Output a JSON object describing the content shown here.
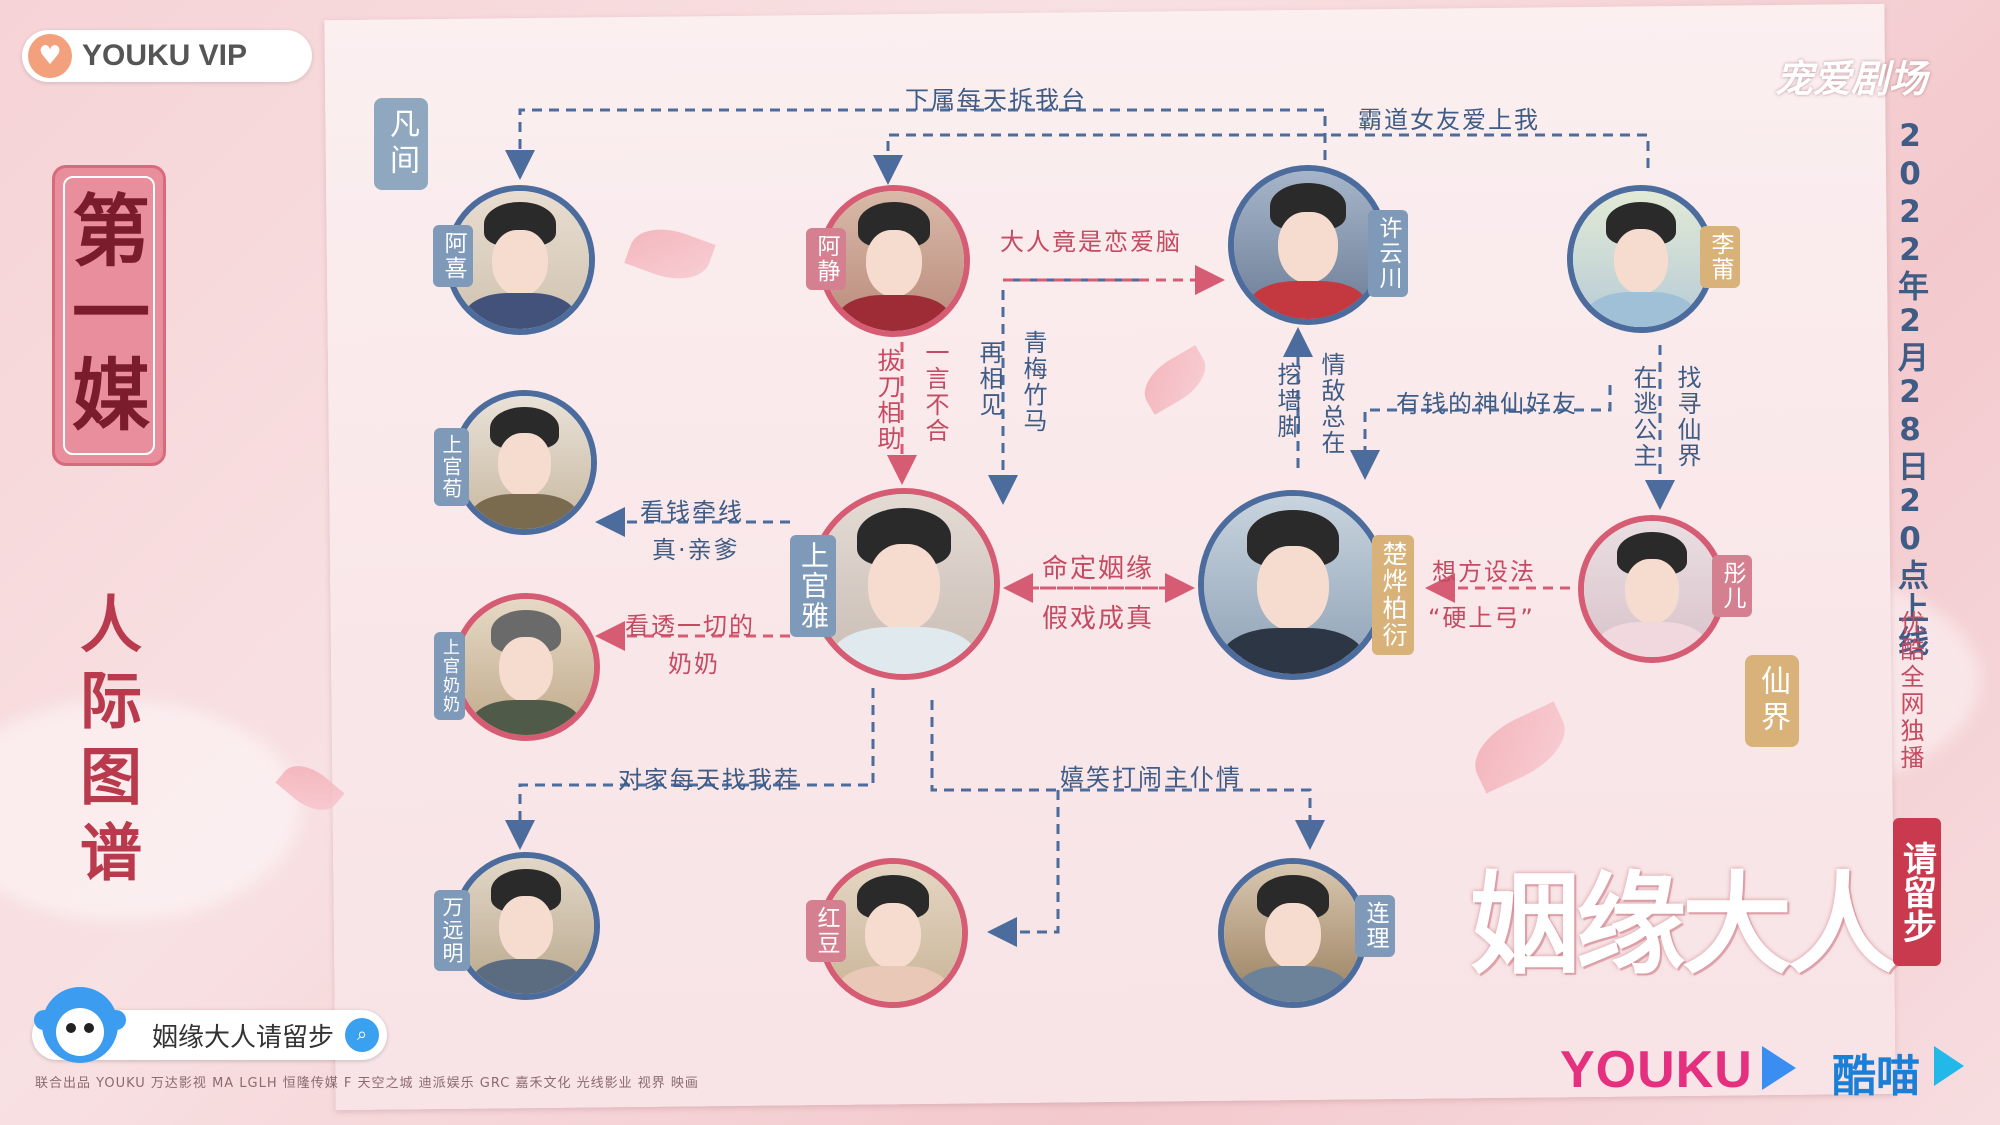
{
  "brand": {
    "vip_badge": "YOUKU VIP",
    "channel": "宠爱剧场",
    "platform": "YOUKU",
    "partner_platform": "酷喵"
  },
  "title": {
    "card": "第一媒",
    "subtitle": "人际图谱"
  },
  "release": {
    "date": "2022年2月28日20点上线",
    "exclusive": "优酷全网独播"
  },
  "show": {
    "title": "姻缘大人",
    "seal": "请留步"
  },
  "search": {
    "query": "姻缘大人请留步"
  },
  "sponsors": "联合出品 YOUKU 万达影视 MA LGLH 恒隆传媒 F 天空之城 迪派娱乐 GRC 嘉禾文化 光线影业 视界 映画",
  "realms": {
    "mortal": "凡间",
    "immortal": "仙界"
  },
  "characters": {
    "axi": "阿喜",
    "ajing": "阿静",
    "xuyunchuan": "许云川",
    "lipu": "李莆",
    "shangguan_father": "上官荀",
    "shangguan_ya": "上官雅",
    "chu_zhuo": "楚烨柏衍",
    "tong_er": "彤儿",
    "shangguan_grandma": "上官奶奶",
    "wan_yuanming": "万远明",
    "hongdou": "红豆",
    "lianli": "连理"
  },
  "relations": {
    "top_left": "下属每天拆我台",
    "top_right": "霸道女友爱上我",
    "ajing_xu": "大人竟是恋爱脑",
    "ajing_ya_1": "一言不合",
    "ajing_ya_2": "拔刀相助",
    "xu_ya_1": "青梅竹马",
    "xu_ya_2": "再相见",
    "xu_chu_1": "情敌总在",
    "xu_chu_2": "挖墙脚",
    "rich_friend": "有钱的神仙好友",
    "lipu_tong_1": "找寻仙界",
    "lipu_tong_2": "在逃公主",
    "father_1": "看钱牵线",
    "father_2": "真·亲爹",
    "grandma_1": "看透一切的",
    "grandma_2": "奶奶",
    "ya_chu_1": "命定姻缘",
    "ya_chu_2": "假戏成真",
    "tong_chu_1": "想方设法",
    "tong_chu_2": "“硬上弓”",
    "wan": "对家每天找我茬",
    "servant": "嬉笑打闹主仆情"
  }
}
